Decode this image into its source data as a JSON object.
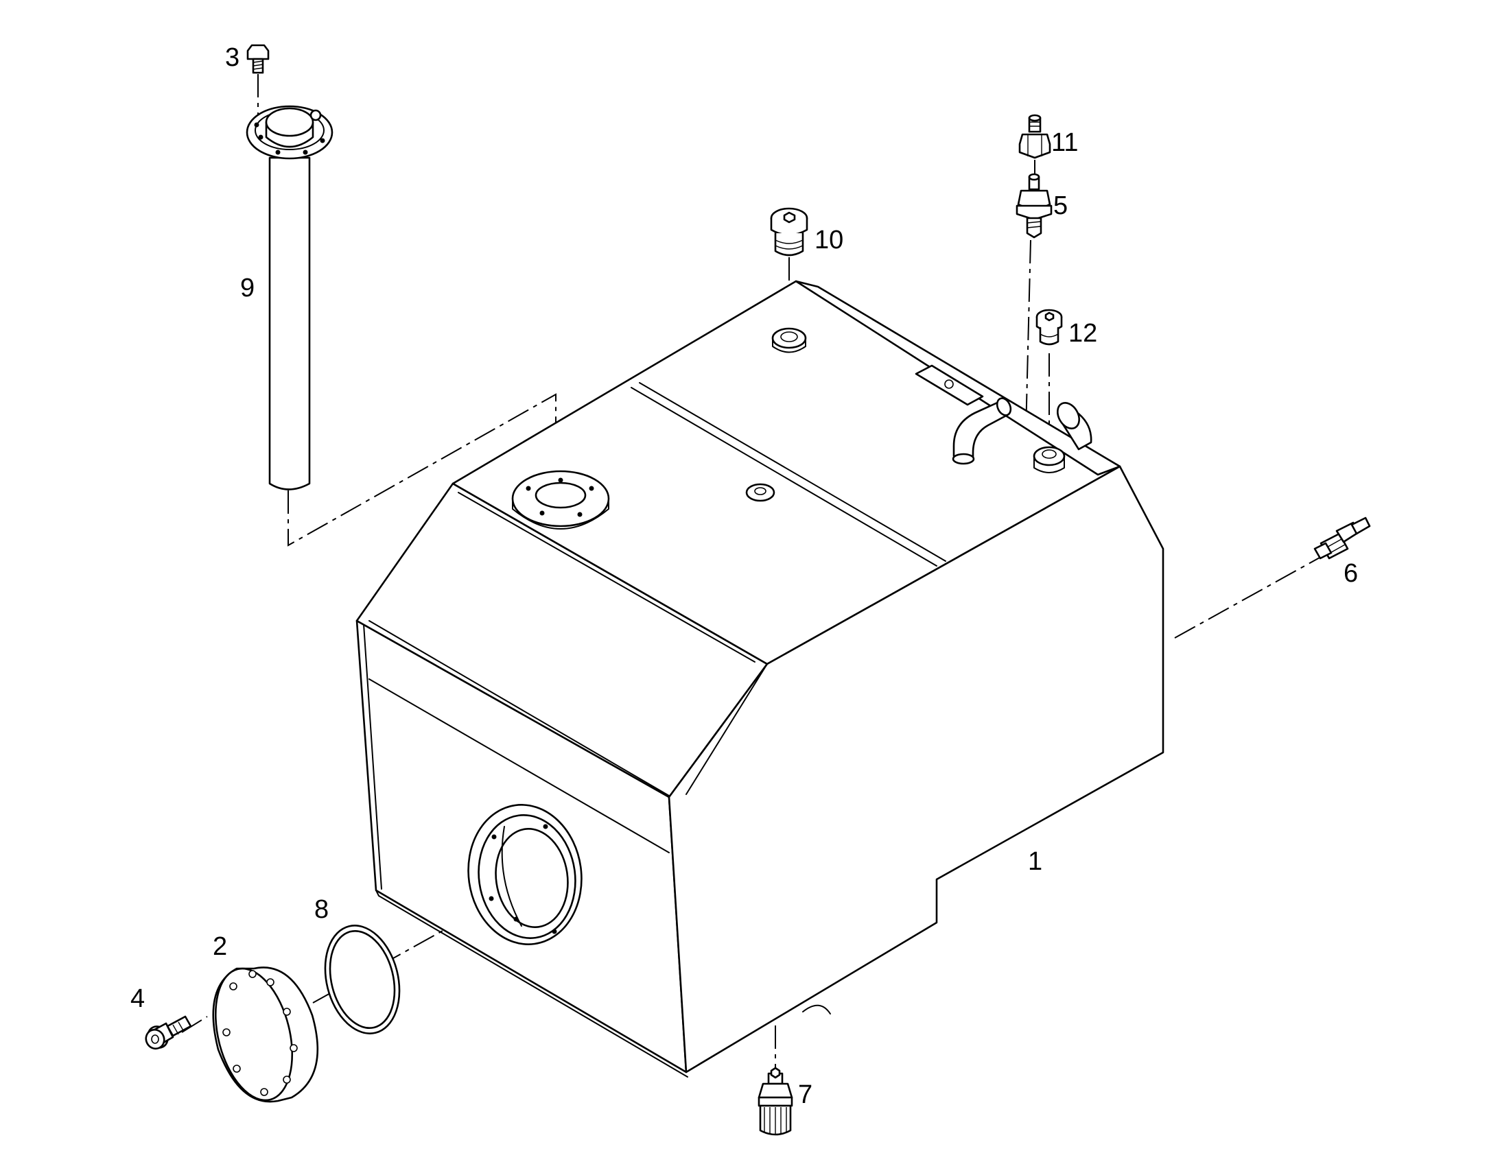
{
  "diagram": {
    "callouts": [
      {
        "id": "1",
        "text": "1"
      },
      {
        "id": "2",
        "text": "2"
      },
      {
        "id": "3",
        "text": "3"
      },
      {
        "id": "4",
        "text": "4"
      },
      {
        "id": "5",
        "text": "5"
      },
      {
        "id": "6",
        "text": "6"
      },
      {
        "id": "7",
        "text": "7"
      },
      {
        "id": "8",
        "text": "8"
      },
      {
        "id": "9",
        "text": "9"
      },
      {
        "id": "10",
        "text": "10"
      },
      {
        "id": "11",
        "text": "11"
      },
      {
        "id": "12",
        "text": "12"
      }
    ],
    "line_color": "#000000",
    "background_color": "#ffffff"
  }
}
